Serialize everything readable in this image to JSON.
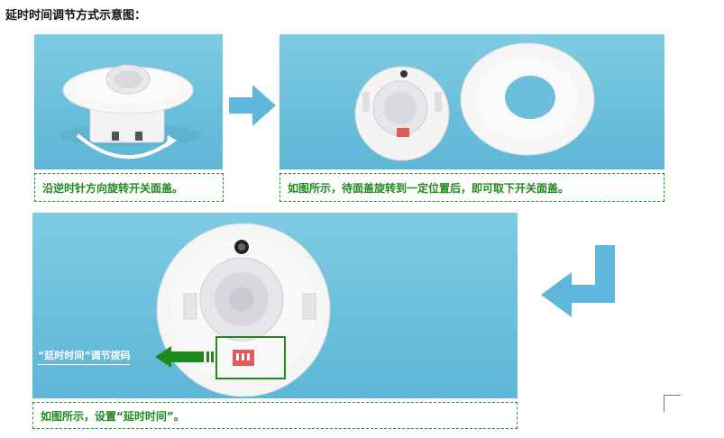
{
  "document": {
    "heading": "延时时间调节方式示意图："
  },
  "steps": [
    {
      "caption": "沿逆时针方向旋转开关面盖。"
    },
    {
      "caption": "如图所示，待面盖旋转到一定位置后，即可取下开关面盖。"
    },
    {
      "caption": "如图所示，设置“延时时间”。"
    }
  ],
  "callout": {
    "label": "“延时时间”调节拨码"
  },
  "colors": {
    "caption_text": "#1f8a1f",
    "caption_border": "#2e8b2e",
    "photo_background": "#6bbfdc",
    "flow_arrow": "#5fb8dc",
    "callout_arrow": "#1e8a1e",
    "dip_switch": "#e05a5a"
  },
  "icons": {
    "flow_right": "arrow-right-icon",
    "flow_down_left": "arrow-down-left-icon",
    "rotate": "rotate-arrow-icon",
    "callout": "arrow-left-icon"
  }
}
